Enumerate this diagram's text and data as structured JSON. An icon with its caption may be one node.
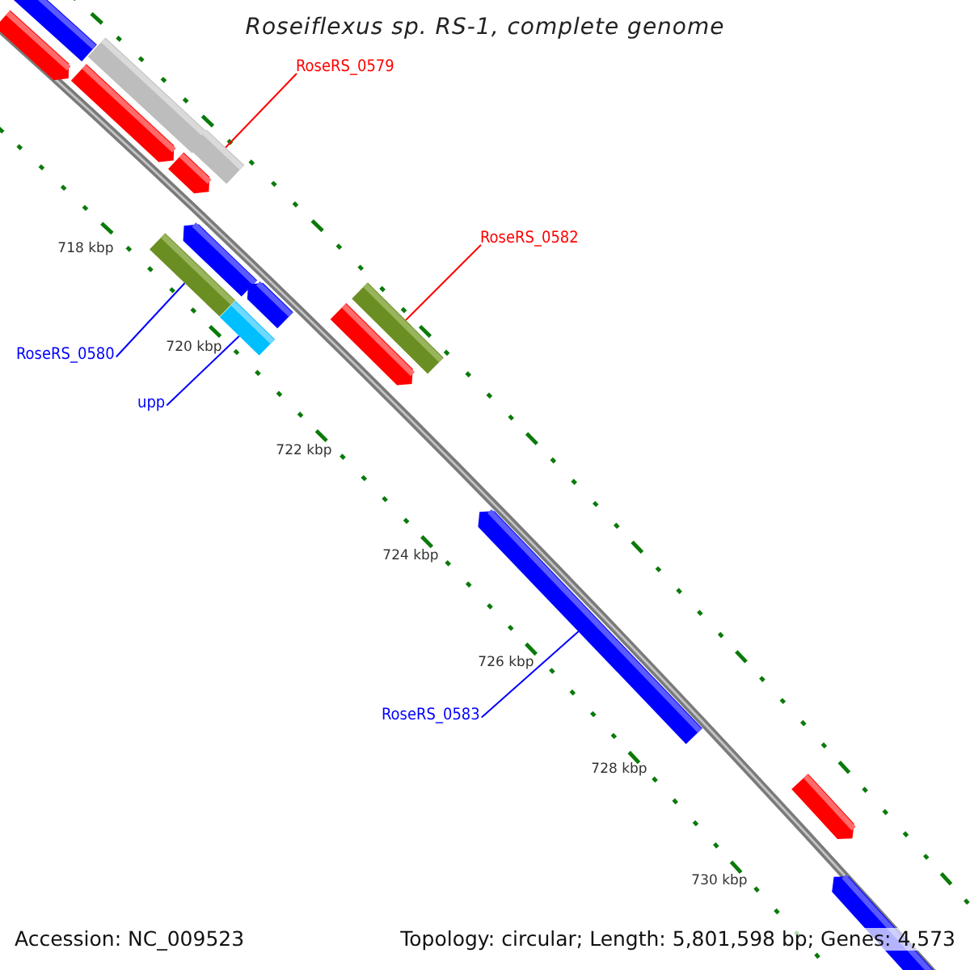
{
  "diagram": {
    "title": "Roseiflexus sp. RS-1, complete genome",
    "nodes": [
      {
        "text": [
          "RoseRS_0579"
        ]
      },
      {
        "text": [
          "RoseRS_0582"
        ]
      },
      {
        "text": [
          "RoseRS_0580"
        ]
      },
      {
        "text": [
          "upp"
        ]
      },
      {
        "text": [
          "RoseRS_0583"
        ]
      },
      {
        "text": [],
        "shape": "bar"
      },
      {
        "text": [],
        "shape": "bar"
      },
      {
        "text": [],
        "shape": "bar"
      },
      {
        "text": [],
        "shape": "bar"
      },
      {
        "text": [],
        "shape": "bar"
      }
    ],
    "edges": [
      {
        "from": 0,
        "to": 5,
        "arrow": "none",
        "color": "#ff0000"
      },
      {
        "from": 1,
        "to": 6,
        "arrow": "none",
        "color": "#ff0000"
      },
      {
        "from": 2,
        "to": 7,
        "arrow": "none"
      },
      {
        "from": 3,
        "to": 8,
        "arrow": "none"
      },
      {
        "from": 4,
        "to": 9,
        "arrow": "none"
      }
    ],
    "labels": [
      "718 kbp",
      "720 kbp",
      "722 kbp",
      "724 kbp",
      "726 kbp",
      "728 kbp",
      "730 kbp",
      "Accession: NC_009523",
      "Topology: circular; Length: 5,801,598 bp; Genes: 4,573"
    ]
  }
}
